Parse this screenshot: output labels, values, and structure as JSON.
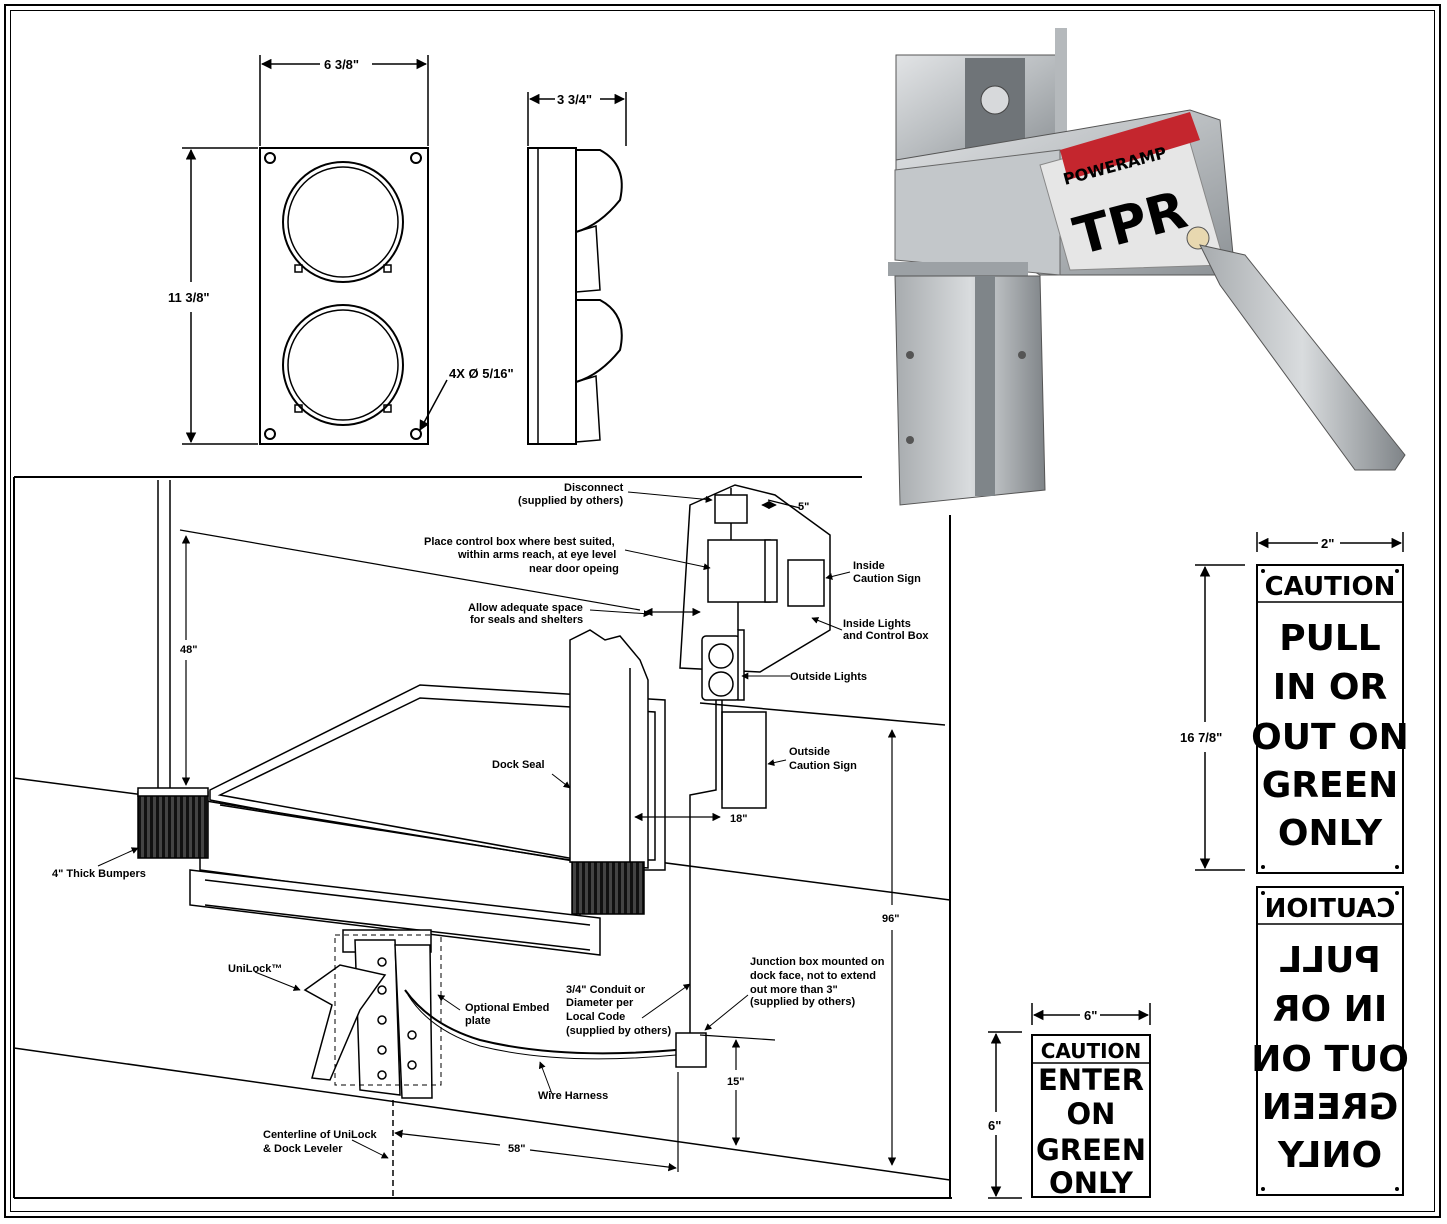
{
  "light_drawing": {
    "width_dim": "6 3/8\"",
    "height_dim": "11 3/8\"",
    "depth_dim": "3 3/4\"",
    "hole_dim": "4X Ø 5/16\""
  },
  "signs": {
    "main": {
      "width_dim": "2\"",
      "height_dim": "16 7/8\"",
      "header": "CAUTION",
      "lines": [
        "PULL",
        "IN OR",
        "OUT ON",
        "GREEN",
        "ONLY"
      ]
    },
    "mirror": {
      "header": "CAUTION",
      "lines": [
        "PULL",
        "IN OR",
        "OUT ON",
        "GREEN",
        "ONLY"
      ]
    },
    "small": {
      "width_dim": "6\"",
      "height_dim": "6\"",
      "header": "CAUTION",
      "lines": [
        "ENTER",
        "ON",
        "GREEN",
        "ONLY"
      ]
    }
  },
  "photo": {
    "brand": "POWERAMP",
    "logo": "TPR"
  },
  "layout": {
    "labels": {
      "disconnect": "Disconnect",
      "disconnect_sub": "(supplied by others)",
      "control_box_1": "Place control box where best suited,",
      "control_box_2": "within arms reach, at eye level",
      "control_box_3": "near door opeing",
      "allow_space_1": "Allow adequate space",
      "allow_space_2": "for seals and shelters",
      "inside_caution_1": "Inside",
      "inside_caution_2": "Caution Sign",
      "inside_lights_1": "Inside Lights",
      "inside_lights_2": "and Control Box",
      "outside_lights": "Outside Lights",
      "outside_caution_1": "Outside",
      "outside_caution_2": "Caution Sign",
      "dock_seal": "Dock Seal",
      "bumpers": "4\" Thick Bumpers",
      "unilock": "UniLock™",
      "embed_1": "Optional Embed",
      "embed_2": "plate",
      "conduit_1": "3/4\" Conduit or",
      "conduit_2": "Diameter per",
      "conduit_3": "Local Code",
      "conduit_4": "(supplied by others)",
      "junction_1": "Junction box mounted on",
      "junction_2": "dock face, not to extend",
      "junction_3": "out more than 3\"",
      "junction_4": "(supplied by others)",
      "wire_harness": "Wire Harness",
      "centerline_1": "Centerline of UniLock",
      "centerline_2": "& Dock Leveler"
    },
    "dims": {
      "d48": "48\"",
      "d5": "5\"",
      "d18": "18\"",
      "d96": "96\"",
      "d15": "15\"",
      "d58": "58\""
    }
  },
  "colors": {
    "ink": "#000000",
    "metal_light": "#c9ccce",
    "metal_dark": "#8e9397",
    "label_red": "#c4262e"
  }
}
